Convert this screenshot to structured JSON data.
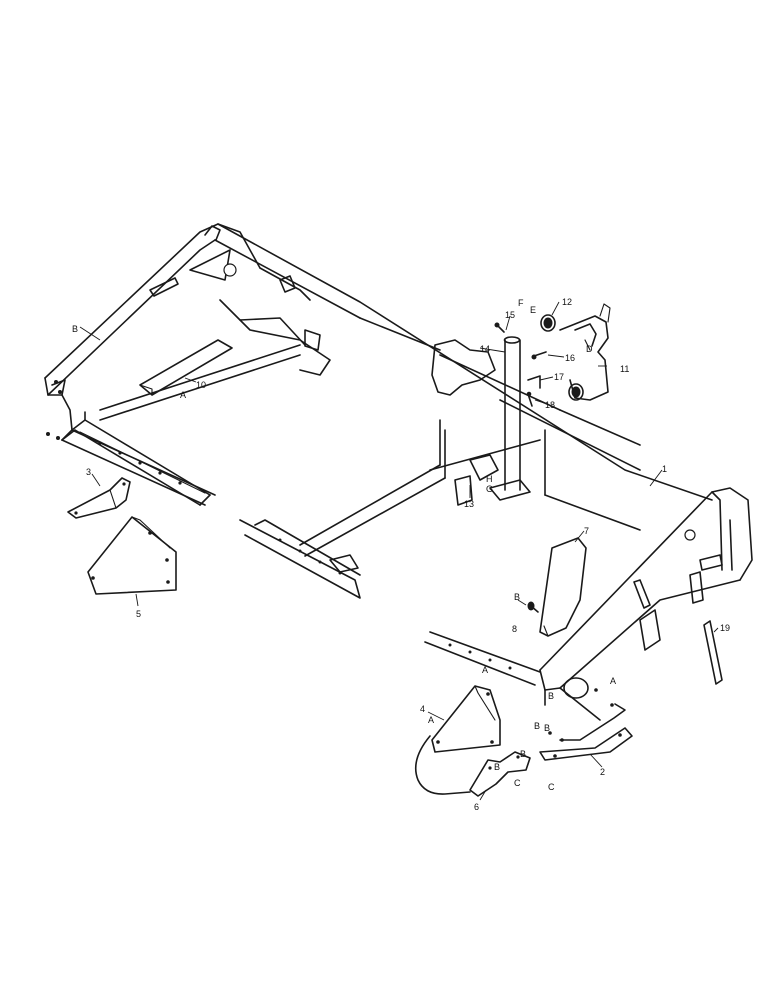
{
  "callouts": {
    "n1": "1",
    "n2": "2",
    "n3": "3",
    "n4": "4",
    "n5": "5",
    "n6": "6",
    "n7": "7",
    "n8": "8",
    "n10": "10",
    "n11": "11",
    "n12": "12",
    "n13": "13",
    "n14": "14",
    "n15": "15",
    "n16": "16",
    "n17": "17",
    "n18": "18",
    "n19": "19",
    "A": "A",
    "B": "B",
    "C": "C",
    "D": "D",
    "E": "E",
    "F": "F",
    "G": "G",
    "H": "H"
  },
  "colors": {
    "line": "#1a1a1a",
    "paper": "#ffffff"
  }
}
